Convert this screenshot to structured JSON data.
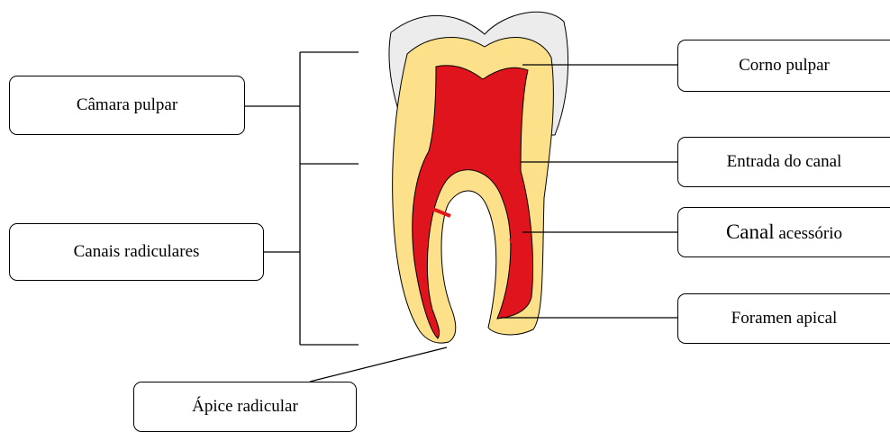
{
  "diagram": {
    "labels": {
      "camara_pulpar": "Câmara pulpar",
      "canais_radiculares": "Canais radiculares",
      "corno_pulpar": "Corno pulpar",
      "entrada_do_canal": "Entrada do canal",
      "canal_acessorio_main": "Canal",
      "canal_acessorio_rest": "acessório",
      "forame_apical": "Foramen apical",
      "apice_radicular": "Ápice radicular"
    },
    "colors": {
      "enamel": "#ececec",
      "dentin": "#fde08a",
      "pulp": "#e0141c",
      "line": "#000000"
    }
  }
}
